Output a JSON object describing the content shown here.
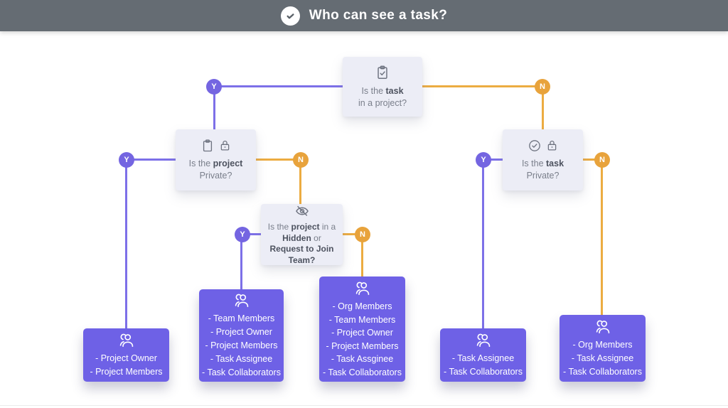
{
  "header": {
    "title": "Who can see a task?",
    "icon": "check-circle-icon"
  },
  "badges": {
    "yes": "Y",
    "no": "N"
  },
  "colors": {
    "header_bg": "#656C73",
    "decision_bg": "#ECEDF6",
    "result_bg": "#6E61E6",
    "purple_line": "#7D70E8",
    "orange_line": "#ECAC41",
    "badge_purple": "#7465E1",
    "badge_orange": "#E8A33C"
  },
  "decisions": {
    "task_in_project": {
      "icon": "clipboard-check-icon",
      "lines": [
        [
          {
            "t": "Is the ",
            "b": false
          },
          {
            "t": "task",
            "b": true
          }
        ],
        [
          {
            "t": "in a project?",
            "b": false
          }
        ]
      ]
    },
    "project_private": {
      "icons": [
        "clipboard-icon",
        "lock-icon"
      ],
      "lines": [
        [
          {
            "t": "Is the ",
            "b": false
          },
          {
            "t": "project",
            "b": true
          }
        ],
        [
          {
            "t": "Private?",
            "b": false
          }
        ]
      ]
    },
    "hidden_team": {
      "icon": "eye-off-icon",
      "lines": [
        [
          {
            "t": "Is the ",
            "b": false
          },
          {
            "t": "project",
            "b": true
          },
          {
            "t": " in a",
            "b": false
          }
        ],
        [
          {
            "t": "Hidden",
            "b": true
          },
          {
            "t": " or",
            "b": false
          }
        ],
        [
          {
            "t": "Request to Join",
            "b": true
          }
        ],
        [
          {
            "t": "Team?",
            "b": true
          }
        ]
      ]
    },
    "task_private": {
      "icons": [
        "check-circle-icon",
        "lock-icon"
      ],
      "lines": [
        [
          {
            "t": "Is the ",
            "b": false
          },
          {
            "t": "task",
            "b": true
          }
        ],
        [
          {
            "t": "Private?",
            "b": false
          }
        ]
      ]
    }
  },
  "results": {
    "project_private_yes": {
      "icon": "people-icon",
      "lines": [
        "- Project Owner",
        "- Project Members"
      ]
    },
    "hidden_team_yes": {
      "icon": "people-icon",
      "lines": [
        "- Team Members",
        "- Project Owner",
        "- Project Members",
        "- Task Assignee",
        "- Task Collaborators"
      ]
    },
    "hidden_team_no": {
      "icon": "people-icon",
      "lines": [
        "- Org Members",
        "- Team Members",
        "- Project Owner",
        "- Project Members",
        "- Task Assginee",
        "- Task Collaborators"
      ]
    },
    "task_private_yes": {
      "icon": "people-icon",
      "lines": [
        "- Task Assignee",
        "- Task Collaborators"
      ]
    },
    "task_private_no": {
      "icon": "people-icon",
      "lines": [
        "- Org Members",
        "- Task Assignee",
        "- Task Collaborators"
      ]
    }
  }
}
